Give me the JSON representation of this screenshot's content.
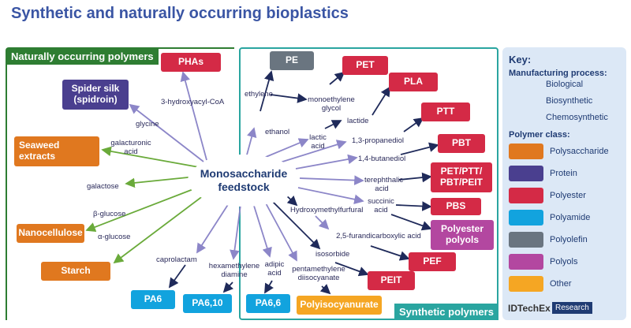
{
  "title": "Synthetic and naturally occurring bioplastics",
  "regions": {
    "natural": "Naturally occurring polymers",
    "synthetic": "Synthetic polymers"
  },
  "center": {
    "line1": "Monosaccharide",
    "line2": "feedstock"
  },
  "nodes": {
    "phas": "PHAs",
    "spider_silk": "Spider silk (spidroin)",
    "seaweed": "Seaweed extracts",
    "nanocellulose": "Nanocellulose",
    "starch": "Starch",
    "pe": "PE",
    "pet": "PET",
    "pla": "PLA",
    "ptt": "PTT",
    "pbt": "PBT",
    "pet_group": "PET/PTT/ PBT/PEIT",
    "pbs": "PBS",
    "polyester_polyols": "Polyester polyols",
    "pef": "PEF",
    "peit": "PEIT",
    "pa6": "PA6",
    "pa610": "PA6,10",
    "pa66": "PA6,6",
    "polyisocyanurate": "Polyisocyanurate"
  },
  "labels": {
    "hydroxyacyl": "3-hydroxyacyl-CoA",
    "glycine": "glycine",
    "galacturonic": "galacturonic acid",
    "galactose": "galactose",
    "beta_glucose": "β-glucose",
    "alpha_glucose": "α-glucose",
    "ethylene": "ethylene",
    "ethanol": "ethanol",
    "monoethylene": "monoethylene glycol",
    "lactide": "lactide",
    "lactic": "lactic acid",
    "propanediol": "1,3-propanediol",
    "butanediol": "1,4-butanediol",
    "terephthalic": "terephthalic acid",
    "succinic": "succinic acid",
    "hmf": "Hydroxymethylfurfural",
    "fdca": "2,5-furandicarboxylic acid",
    "isosorbide": "isosorbide",
    "caprolactam": "caprolactam",
    "hmda": "hexamethylene diamine",
    "adipic": "adipic acid",
    "pdi": "pentamethylene diisocyanate"
  },
  "key": {
    "title": "Key:",
    "process_title": "Manufacturing process:",
    "biological": "Biological",
    "biosynthetic": "Biosynthetic",
    "chemosynthetic": "Chemosynthetic",
    "class_title": "Polymer class:",
    "classes": [
      "Polysaccharide",
      "Protein",
      "Polyester",
      "Polyamide",
      "Polyolefin",
      "Polyols",
      "Other"
    ]
  },
  "colors": {
    "biological": "#6aaa3a",
    "biosynthetic": "#8c86c8",
    "chemosynthetic": "#1f2a5a",
    "polysaccharide": "#e0781f",
    "protein": "#4a3f8f",
    "polyester": "#d42a46",
    "polyamide": "#12a3de",
    "polyolefin": "#6a7580",
    "polyols": "#b347a0",
    "other": "#f5a623"
  },
  "logo": {
    "brand": "IDTechEx",
    "suffix": "Research"
  }
}
